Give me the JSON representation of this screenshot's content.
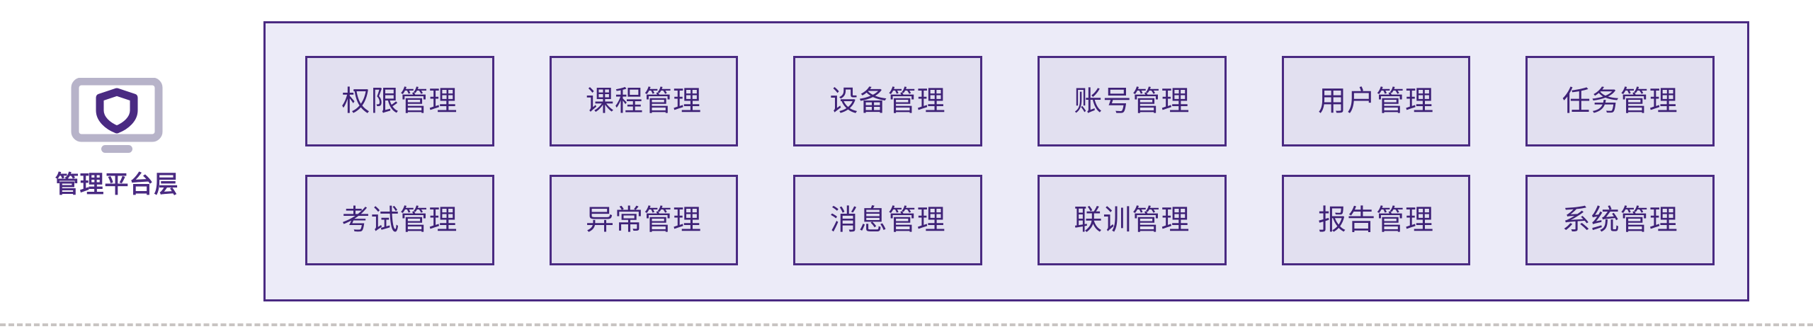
{
  "legend": {
    "icon": "monitor-shield-icon",
    "title": "管理平台层"
  },
  "colors": {
    "accent_border": "#4a2a82",
    "panel_background": "#ecebf8",
    "box_background": "#e2e0f0",
    "text": "#3f2277",
    "divider": "#c9c5c3",
    "icon_outline": "#b7b3c9",
    "icon_shield": "#4a2a82",
    "page_background": "#ffffff"
  },
  "panel": {
    "rows": [
      {
        "row_index": 1,
        "modules": [
          {
            "label": "权限管理"
          },
          {
            "label": "课程管理"
          },
          {
            "label": "设备管理"
          },
          {
            "label": "账号管理"
          },
          {
            "label": "用户管理"
          },
          {
            "label": "任务管理"
          }
        ]
      },
      {
        "row_index": 2,
        "modules": [
          {
            "label": "考试管理"
          },
          {
            "label": "异常管理"
          },
          {
            "label": "消息管理"
          },
          {
            "label": "联训管理"
          },
          {
            "label": "报告管理"
          },
          {
            "label": "系统管理"
          }
        ]
      }
    ]
  },
  "divider": {
    "style": "dashed"
  }
}
